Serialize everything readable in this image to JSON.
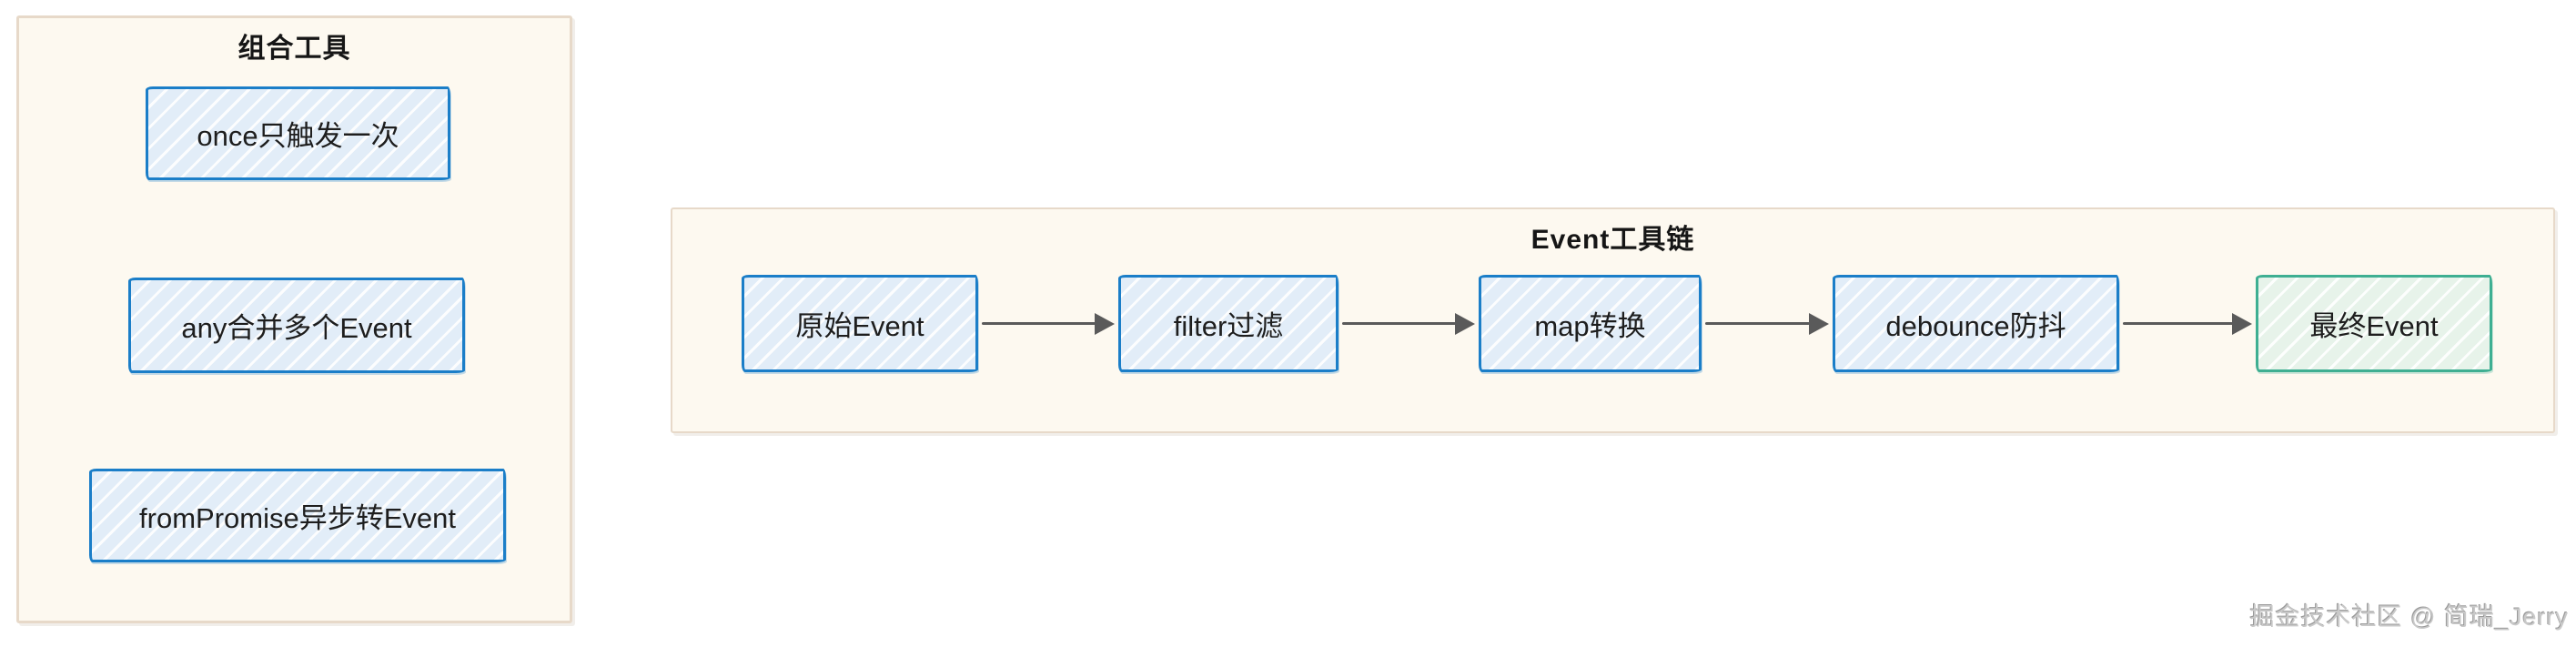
{
  "left_panel": {
    "title": "组合工具",
    "boxes": [
      {
        "label": "once只触发一次"
      },
      {
        "label": "any合并多个Event"
      },
      {
        "label": "fromPromise异步转Event"
      }
    ]
  },
  "right_panel": {
    "title": "Event工具链",
    "nodes": [
      {
        "label": "原始Event",
        "style": "blue"
      },
      {
        "label": "filter过滤",
        "style": "blue"
      },
      {
        "label": "map转换",
        "style": "blue"
      },
      {
        "label": "debounce防抖",
        "style": "blue"
      },
      {
        "label": "最终Event",
        "style": "green"
      }
    ]
  },
  "watermark": {
    "text": "掘金技术社区 @ 简瑞_Jerry"
  },
  "colors": {
    "panel-bg": "#FDF9F0",
    "panel-border": "#E7D9C9",
    "blue-border": "#1B7EC8",
    "blue-fill": "#E2EDF8",
    "green-border": "#3FAF92",
    "green-fill": "#E7F3EA",
    "arrow": "#5A5A5A",
    "text": "#1E1E1E",
    "watermark": "#C9C9C9"
  }
}
